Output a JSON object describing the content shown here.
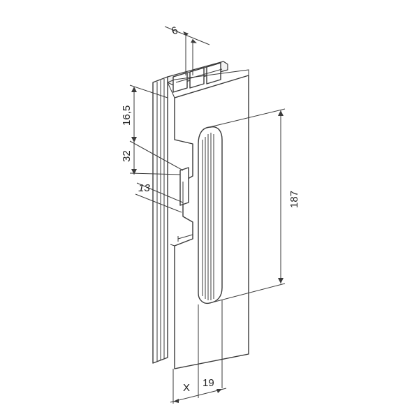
{
  "dimensions": {
    "d6": "6",
    "d16_5": "16,5",
    "d32": "32",
    "d13": "13",
    "d187": "187",
    "dX": "X",
    "d19": "19"
  }
}
